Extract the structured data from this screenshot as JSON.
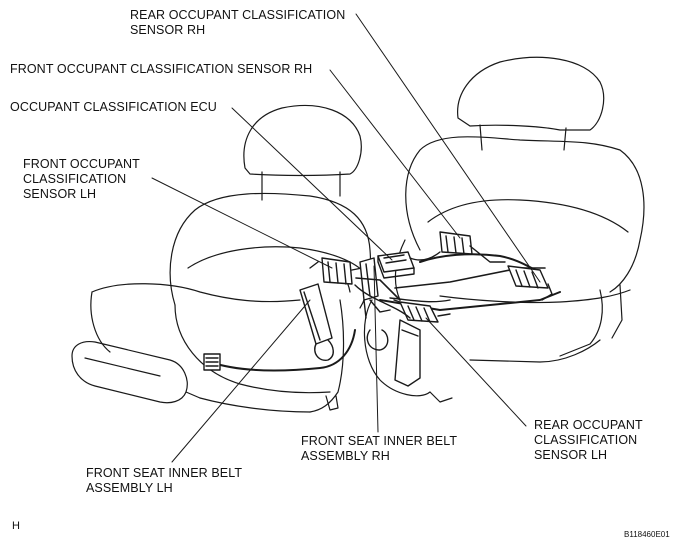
{
  "labels": {
    "rear_rh": "REAR OCCUPANT CLASSIFICATION\nSENSOR RH",
    "front_rh": "FRONT OCCUPANT CLASSIFICATION SENSOR RH",
    "ecu": "OCCUPANT CLASSIFICATION ECU",
    "front_lh": "FRONT OCCUPANT\nCLASSIFICATION\nSENSOR LH",
    "belt_rh": "FRONT SEAT INNER BELT\nASSEMBLY RH",
    "rear_lh": "REAR OCCUPANT\nCLASSIFICATION\nSENSOR LH",
    "belt_lh": "FRONT SEAT INNER BELT\nASSEMBLY LH",
    "corner_code": "H",
    "figure_id": "B118460E01"
  }
}
